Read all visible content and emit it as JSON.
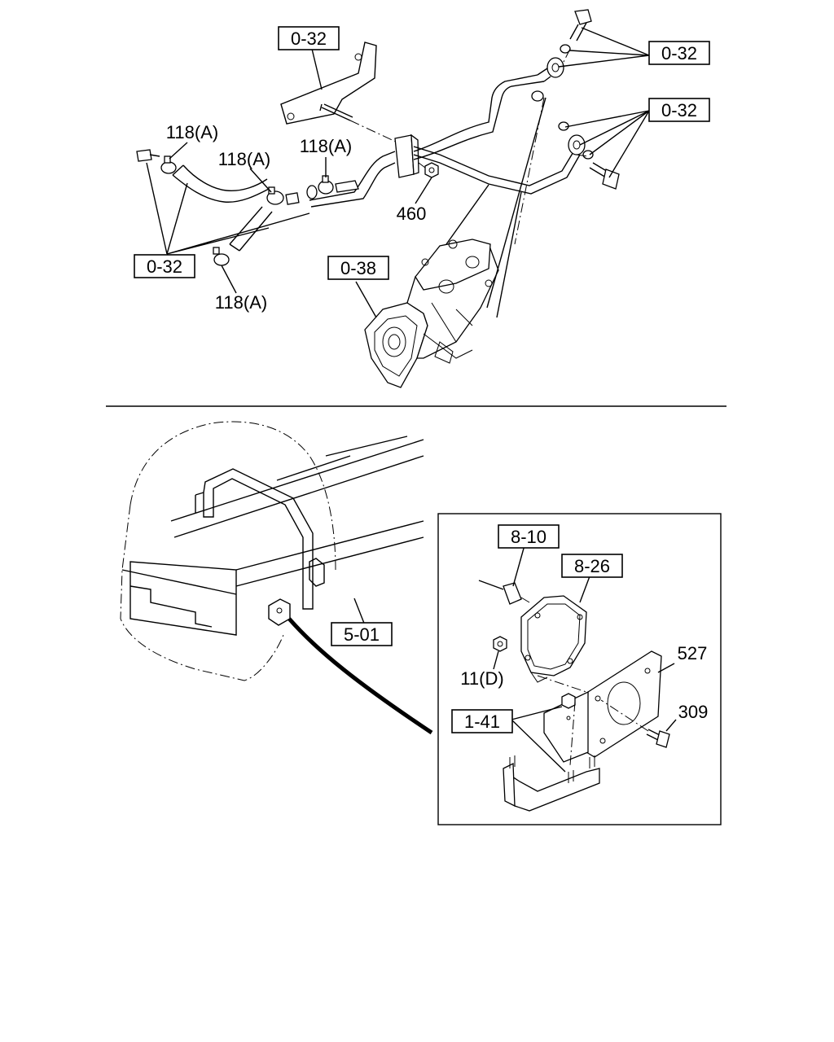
{
  "callouts": {
    "top_bracket_ref": "0-32",
    "top_right_ref_1": "0-32",
    "top_right_ref_2": "0-32",
    "left_ref": "0-32",
    "compressor_ref": "0-38",
    "clamp_1": "118(A)",
    "clamp_2": "118(A)",
    "clamp_3": "118(A)",
    "clamp_4": "118(A)",
    "nut_460": "460",
    "vehicle_ref": "5-01",
    "sensor_ref": "8-10",
    "module_ref": "8-26",
    "bracket_ref": "1-41",
    "nut_11": "11(D)",
    "plate_527": "527",
    "bolt_309": "309"
  }
}
